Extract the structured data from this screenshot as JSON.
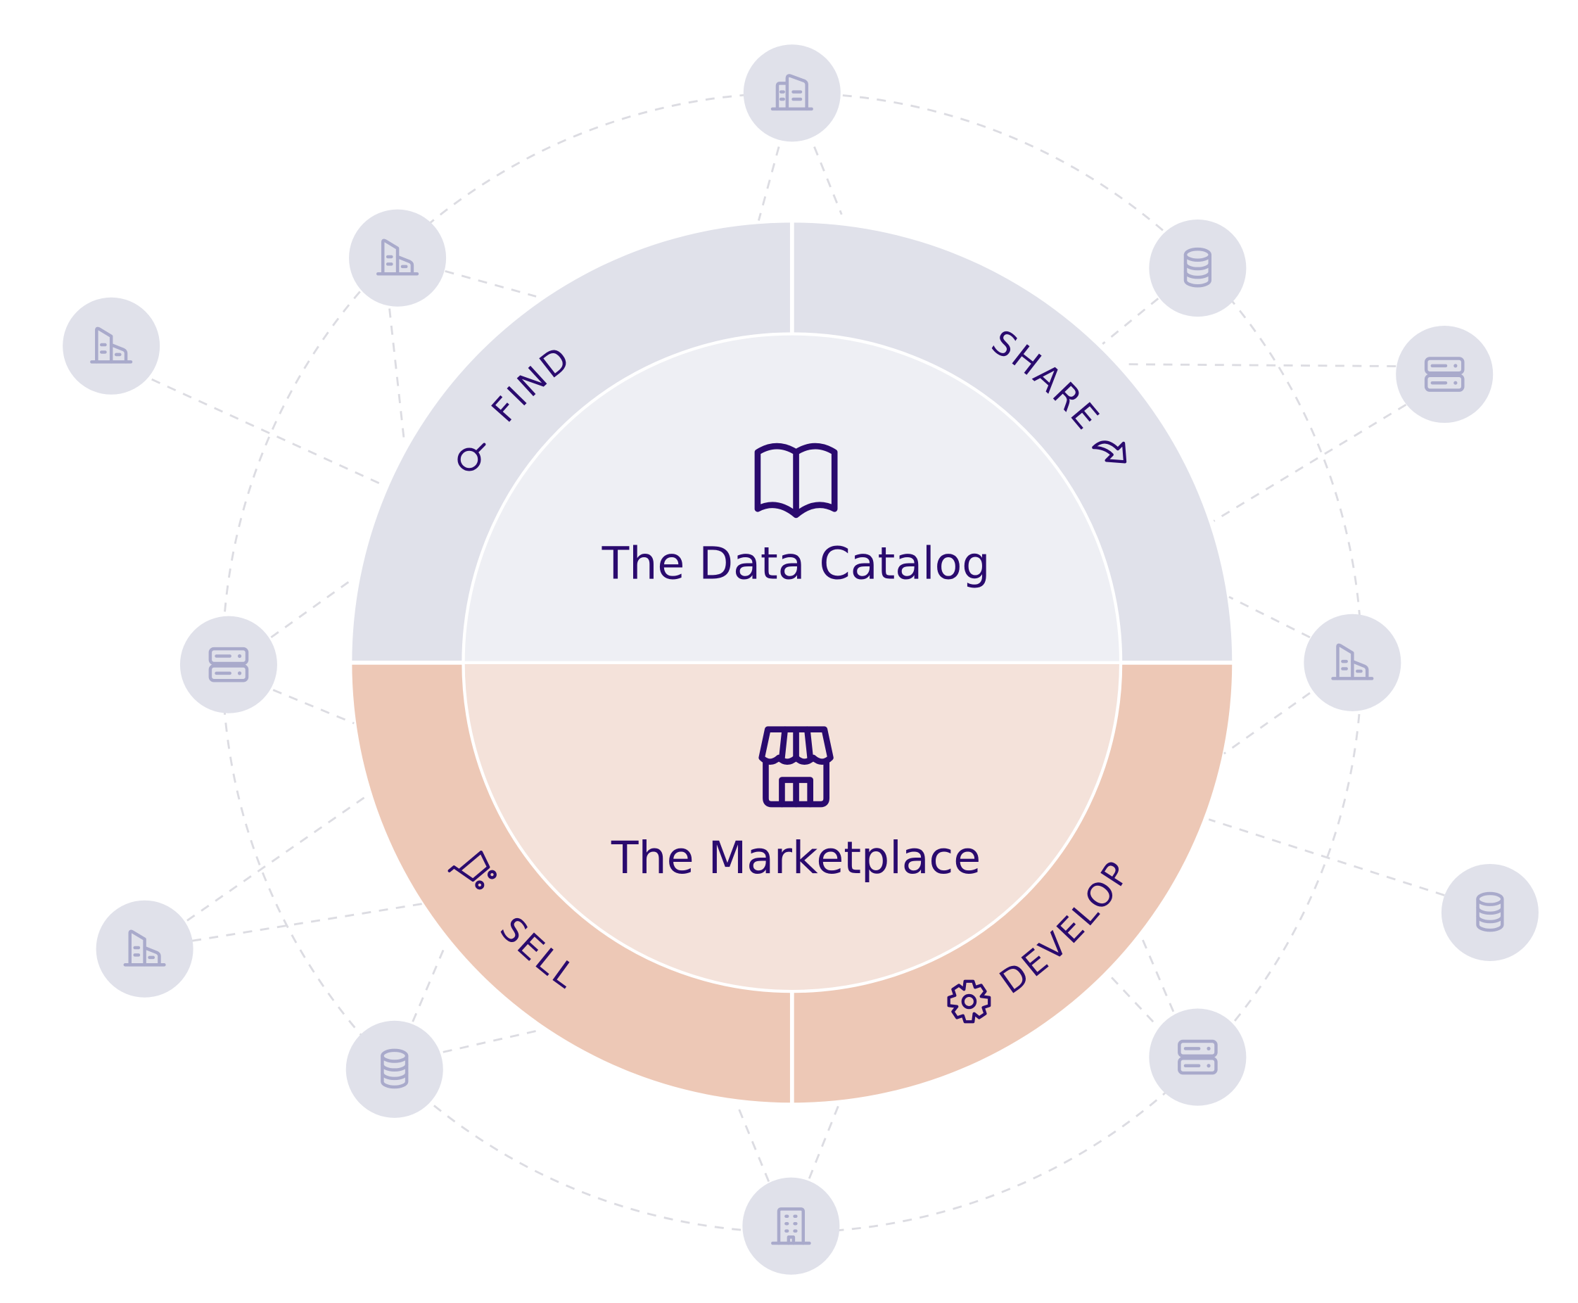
{
  "center": {
    "top_title": "The Data Catalog",
    "top_icon": "open-book-icon",
    "bottom_title": "The Marketplace",
    "bottom_icon": "storefront-icon"
  },
  "ring_segments": [
    {
      "label": "FIND",
      "icon": "search-icon"
    },
    {
      "label": "SHARE",
      "icon": "share-arrow-icon"
    },
    {
      "label": "SELL",
      "icon": "shopping-cart-icon"
    },
    {
      "label": "DEVELOP",
      "icon": "gear-icon"
    }
  ],
  "nodes": [
    {
      "icon": "buildings-icon"
    },
    {
      "icon": "building-icon"
    },
    {
      "icon": "building-icon"
    },
    {
      "icon": "database-icon"
    },
    {
      "icon": "server-icon"
    },
    {
      "icon": "server-icon"
    },
    {
      "icon": "building-icon"
    },
    {
      "icon": "building-icon"
    },
    {
      "icon": "database-icon"
    },
    {
      "icon": "database-icon"
    },
    {
      "icon": "server-icon"
    },
    {
      "icon": "office-building-icon"
    }
  ],
  "colors": {
    "text": "#2a0a6e",
    "ring_top": "#e0e1ea",
    "inner_top": "#eeeff4",
    "ring_bottom": "#edc8b6",
    "inner_bottom": "#f4e2da",
    "node_fill": "#e0e1ea",
    "node_icon": "#a9aacb",
    "network_line": "#dcdce2"
  }
}
